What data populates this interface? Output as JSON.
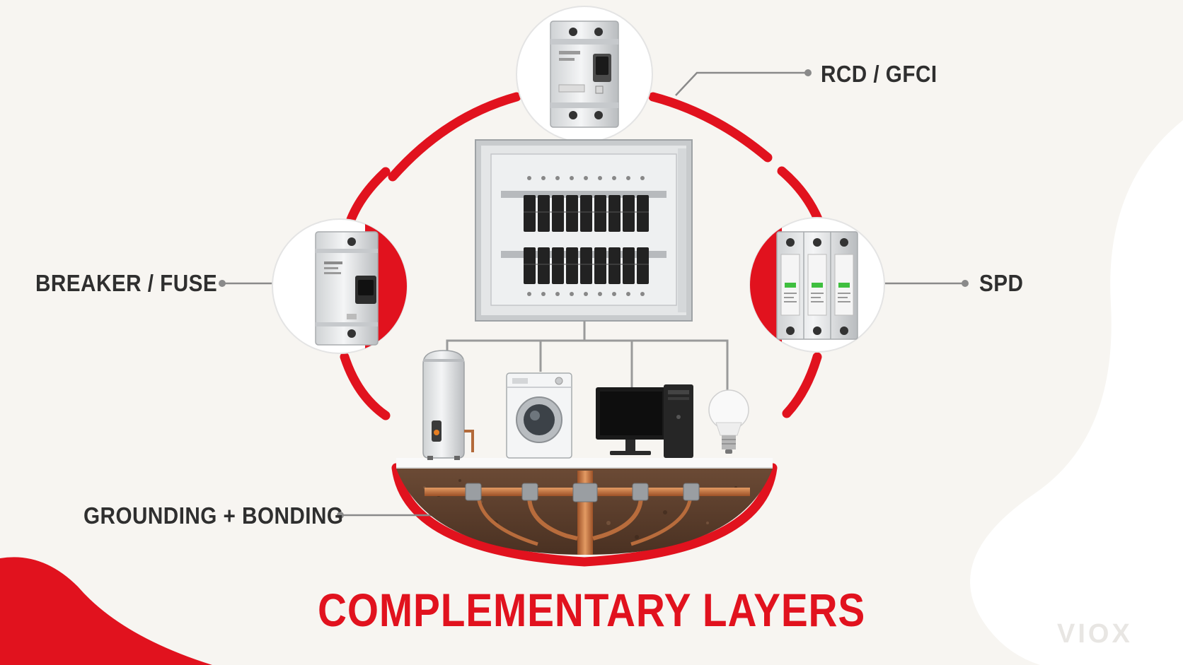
{
  "diagram": {
    "title": "COMPLEMENTARY LAYERS",
    "brand": "VIOX",
    "labels": {
      "rcd": "RCD / GFCI",
      "breaker": "BREAKER / FUSE",
      "spd": "SPD",
      "grounding": "GROUNDING + BONDING"
    },
    "appliances": [
      "water-heater",
      "washing-machine",
      "computer",
      "light-bulb"
    ],
    "colors": {
      "accent": "#e1121e",
      "background": "#f7f5f1",
      "text": "#2f2f2f",
      "connector": "#8a8a8a"
    }
  }
}
